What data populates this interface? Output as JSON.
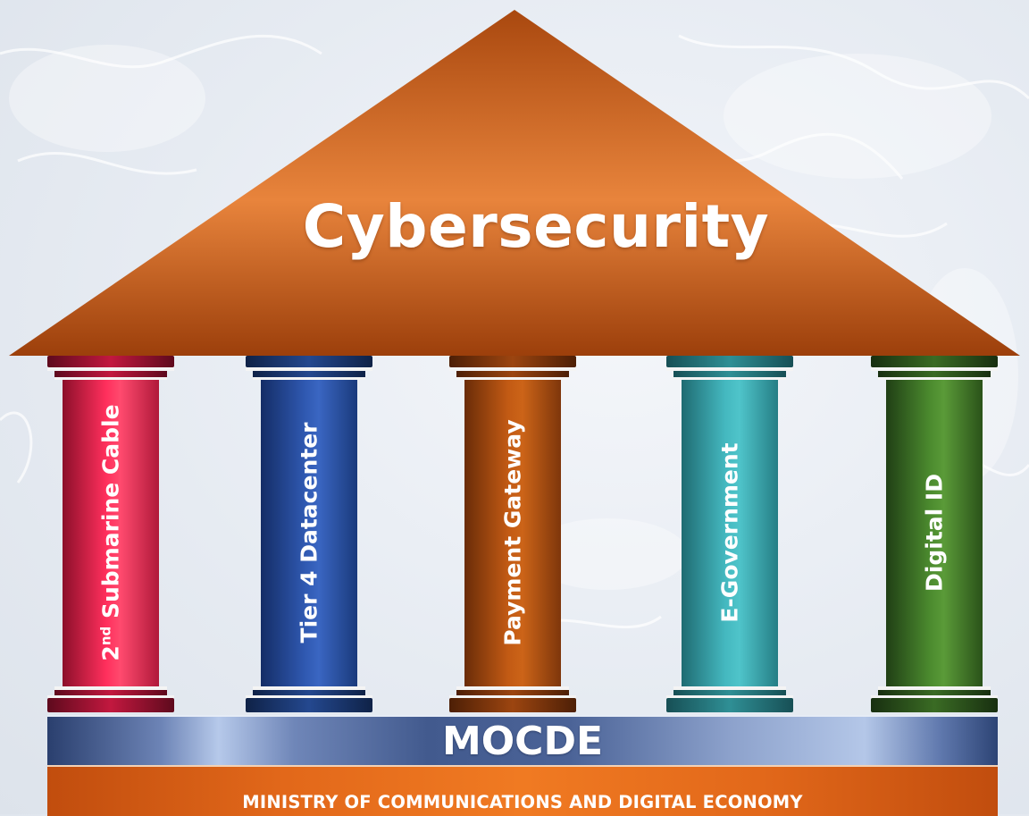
{
  "roof": {
    "title": "Cybersecurity",
    "color": "#e07a35"
  },
  "pillars": [
    {
      "label_main": "2",
      "label_sup": "nd",
      "label_rest": " Submarine Cable",
      "color": "#ff2f5c"
    },
    {
      "label": "Tier 4 Datacenter",
      "color": "#2f58b0"
    },
    {
      "label": "Payment Gateway",
      "color": "#c25a14"
    },
    {
      "label": "E-Government",
      "color": "#44b8bf"
    },
    {
      "label": "Digital ID",
      "color": "#4b8a2e"
    }
  ],
  "foundation": {
    "title": "MOCDE",
    "color": "#4b6397"
  },
  "ministry": {
    "name": "MINISTRY OF COMMUNICATIONS AND DIGITAL ECONOMY",
    "color": "#e2681a"
  }
}
